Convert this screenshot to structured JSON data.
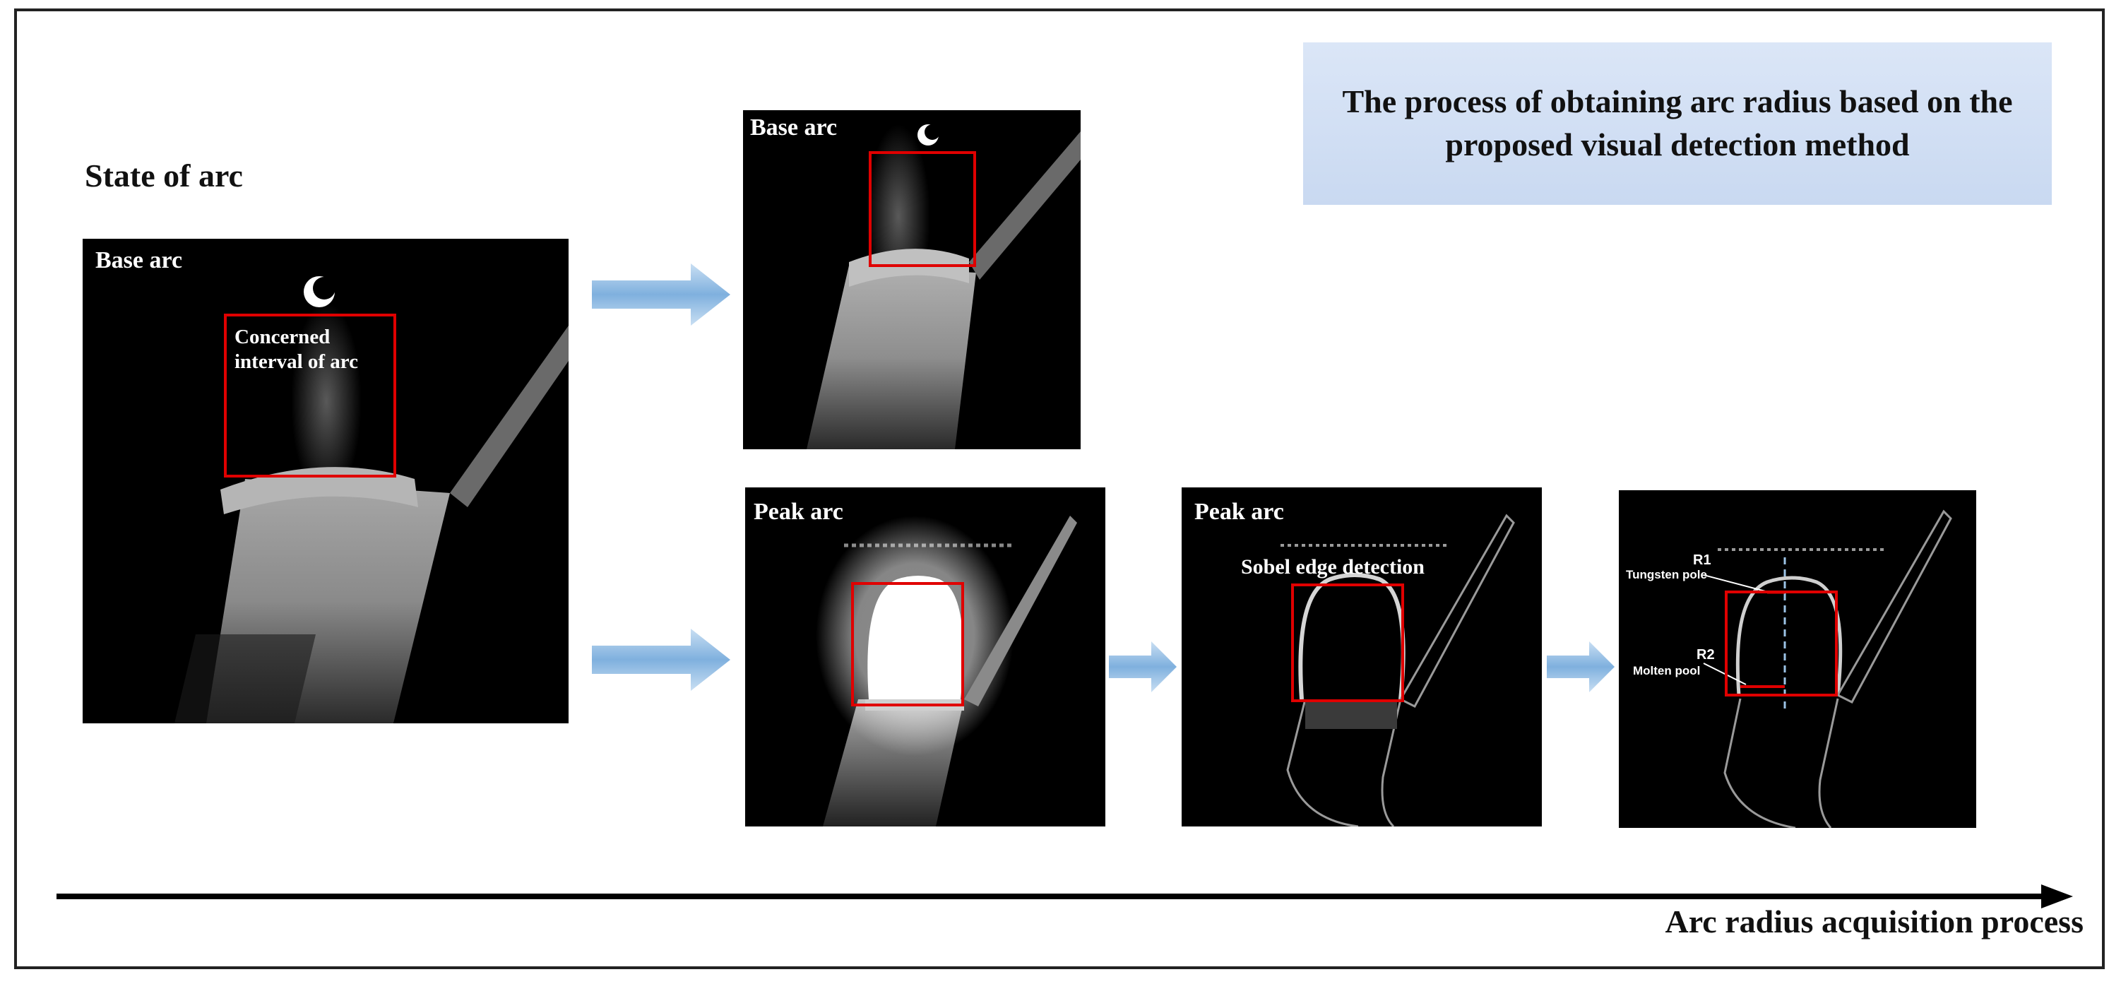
{
  "title": "The process of obtaining arc radius based on the proposed visual detection method",
  "state_label": "State of arc",
  "panels": {
    "base_large": {
      "label": "Base arc",
      "region_label_line1": "Concerned",
      "region_label_line2": "interval of arc"
    },
    "base_crop": {
      "label": "Base arc"
    },
    "peak_raw": {
      "label": "Peak arc"
    },
    "peak_sobel": {
      "label": "Peak arc",
      "region_label": "Sobel  edge detection"
    },
    "radius": {
      "r1": "R1",
      "r1_desc": "Tungsten pole",
      "r2": "R2",
      "r2_desc": "Molten pool"
    }
  },
  "timeline_label": "Arc radius acquisition process",
  "colors": {
    "roi_box": "#e00000",
    "arrow_fill": "#9cc3e6",
    "title_bg": "#d2def4"
  }
}
